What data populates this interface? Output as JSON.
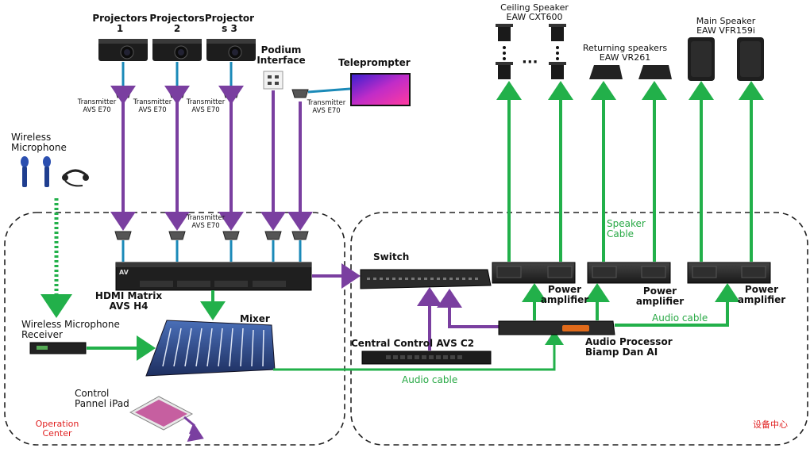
{
  "colors": {
    "purple": "#7a3fa0",
    "green": "#22b04a",
    "teal": "#1b8ab8",
    "red": "#e02020",
    "dashed": "#222222",
    "device_dark": "#2a2a2a"
  },
  "labels": {
    "projector1": "Projectors\n1",
    "projector2": "Projectors\n2",
    "projector3": "Projector\ns 3",
    "podium": "Podium\nInterface",
    "teleprompter": "Teleprompter",
    "transmitter": "Transmitter\nAVS E70",
    "wireless_mic": "Wireless\nMicrophone",
    "hdmi_matrix": "HDMI Matrix\nAVS H4",
    "mixer": "Mixer",
    "wireless_receiver": "Wireless Microphone\nReceiver",
    "control_panel": "Control\nPannel iPad",
    "operation_center": "Operation\nCenter",
    "switch": "Switch",
    "central_control": "Central Control AVS C2",
    "audio_cable_bottom": "Audio cable",
    "audio_processor": "Audio Processor\nBiamp Dan AI",
    "audio_cable_right": "Audio cable",
    "power_amp": "Power\namplifier",
    "speaker_cable": "Speaker\nCable",
    "ceiling_speaker": "Ceiling Speaker\nEAW CXT600",
    "returning_speakers": "Returning speakers\nEAW VR261",
    "main_speaker": "Main Speaker\nEAW VFR159i",
    "equipment_center": "设备中心",
    "ellipsis": "···"
  }
}
